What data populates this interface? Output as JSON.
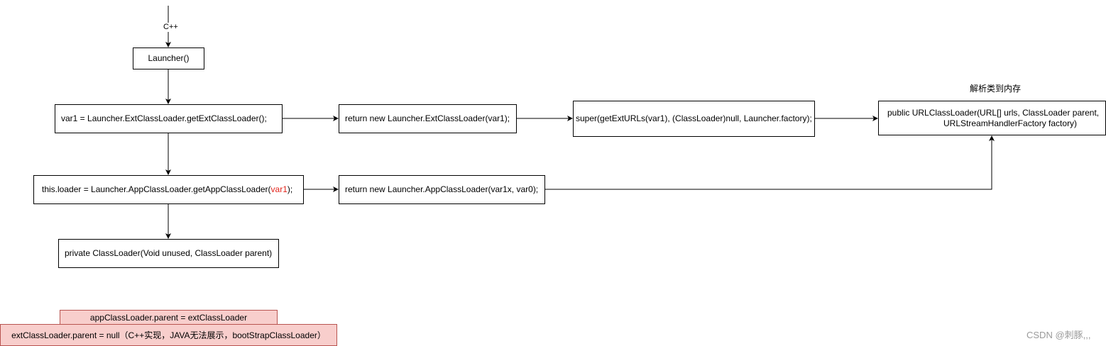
{
  "edge_label_cpp": "C++",
  "nodes": {
    "launcher": "Launcher()",
    "ext_get": "var1 = Launcher.ExtClassLoader.getExtClassLoader();",
    "ext_new": "return new Launcher.ExtClassLoader(var1);",
    "super_call": "super(getExtURLs(var1), (ClassLoader)null, Launcher.factory);",
    "url_label": "解析类到内存",
    "url_line1": "public URLClassLoader(URL[] urls, ClassLoader parent,",
    "url_line2": "URLStreamHandlerFactory factory)",
    "app_get_prefix": "this.loader = Launcher.AppClassLoader.getAppClassLoader(",
    "app_get_arg": "var1",
    "app_get_suffix": ");",
    "app_new": "return new Launcher.AppClassLoader(var1x, var0);",
    "private_ctor": "private ClassLoader(Void unused, ClassLoader parent)"
  },
  "notes": {
    "app_parent": "appClassLoader.parent = extClassLoader",
    "ext_parent": "extClassLoader.parent = null（C++实现，JAVA无法展示，bootStrapClassLoader）"
  },
  "watermark": "CSDN @刺豚,,,",
  "colors": {
    "highlight_text": "#e3231a",
    "note_fill": "#f8cecc",
    "note_border": "#b85450"
  }
}
